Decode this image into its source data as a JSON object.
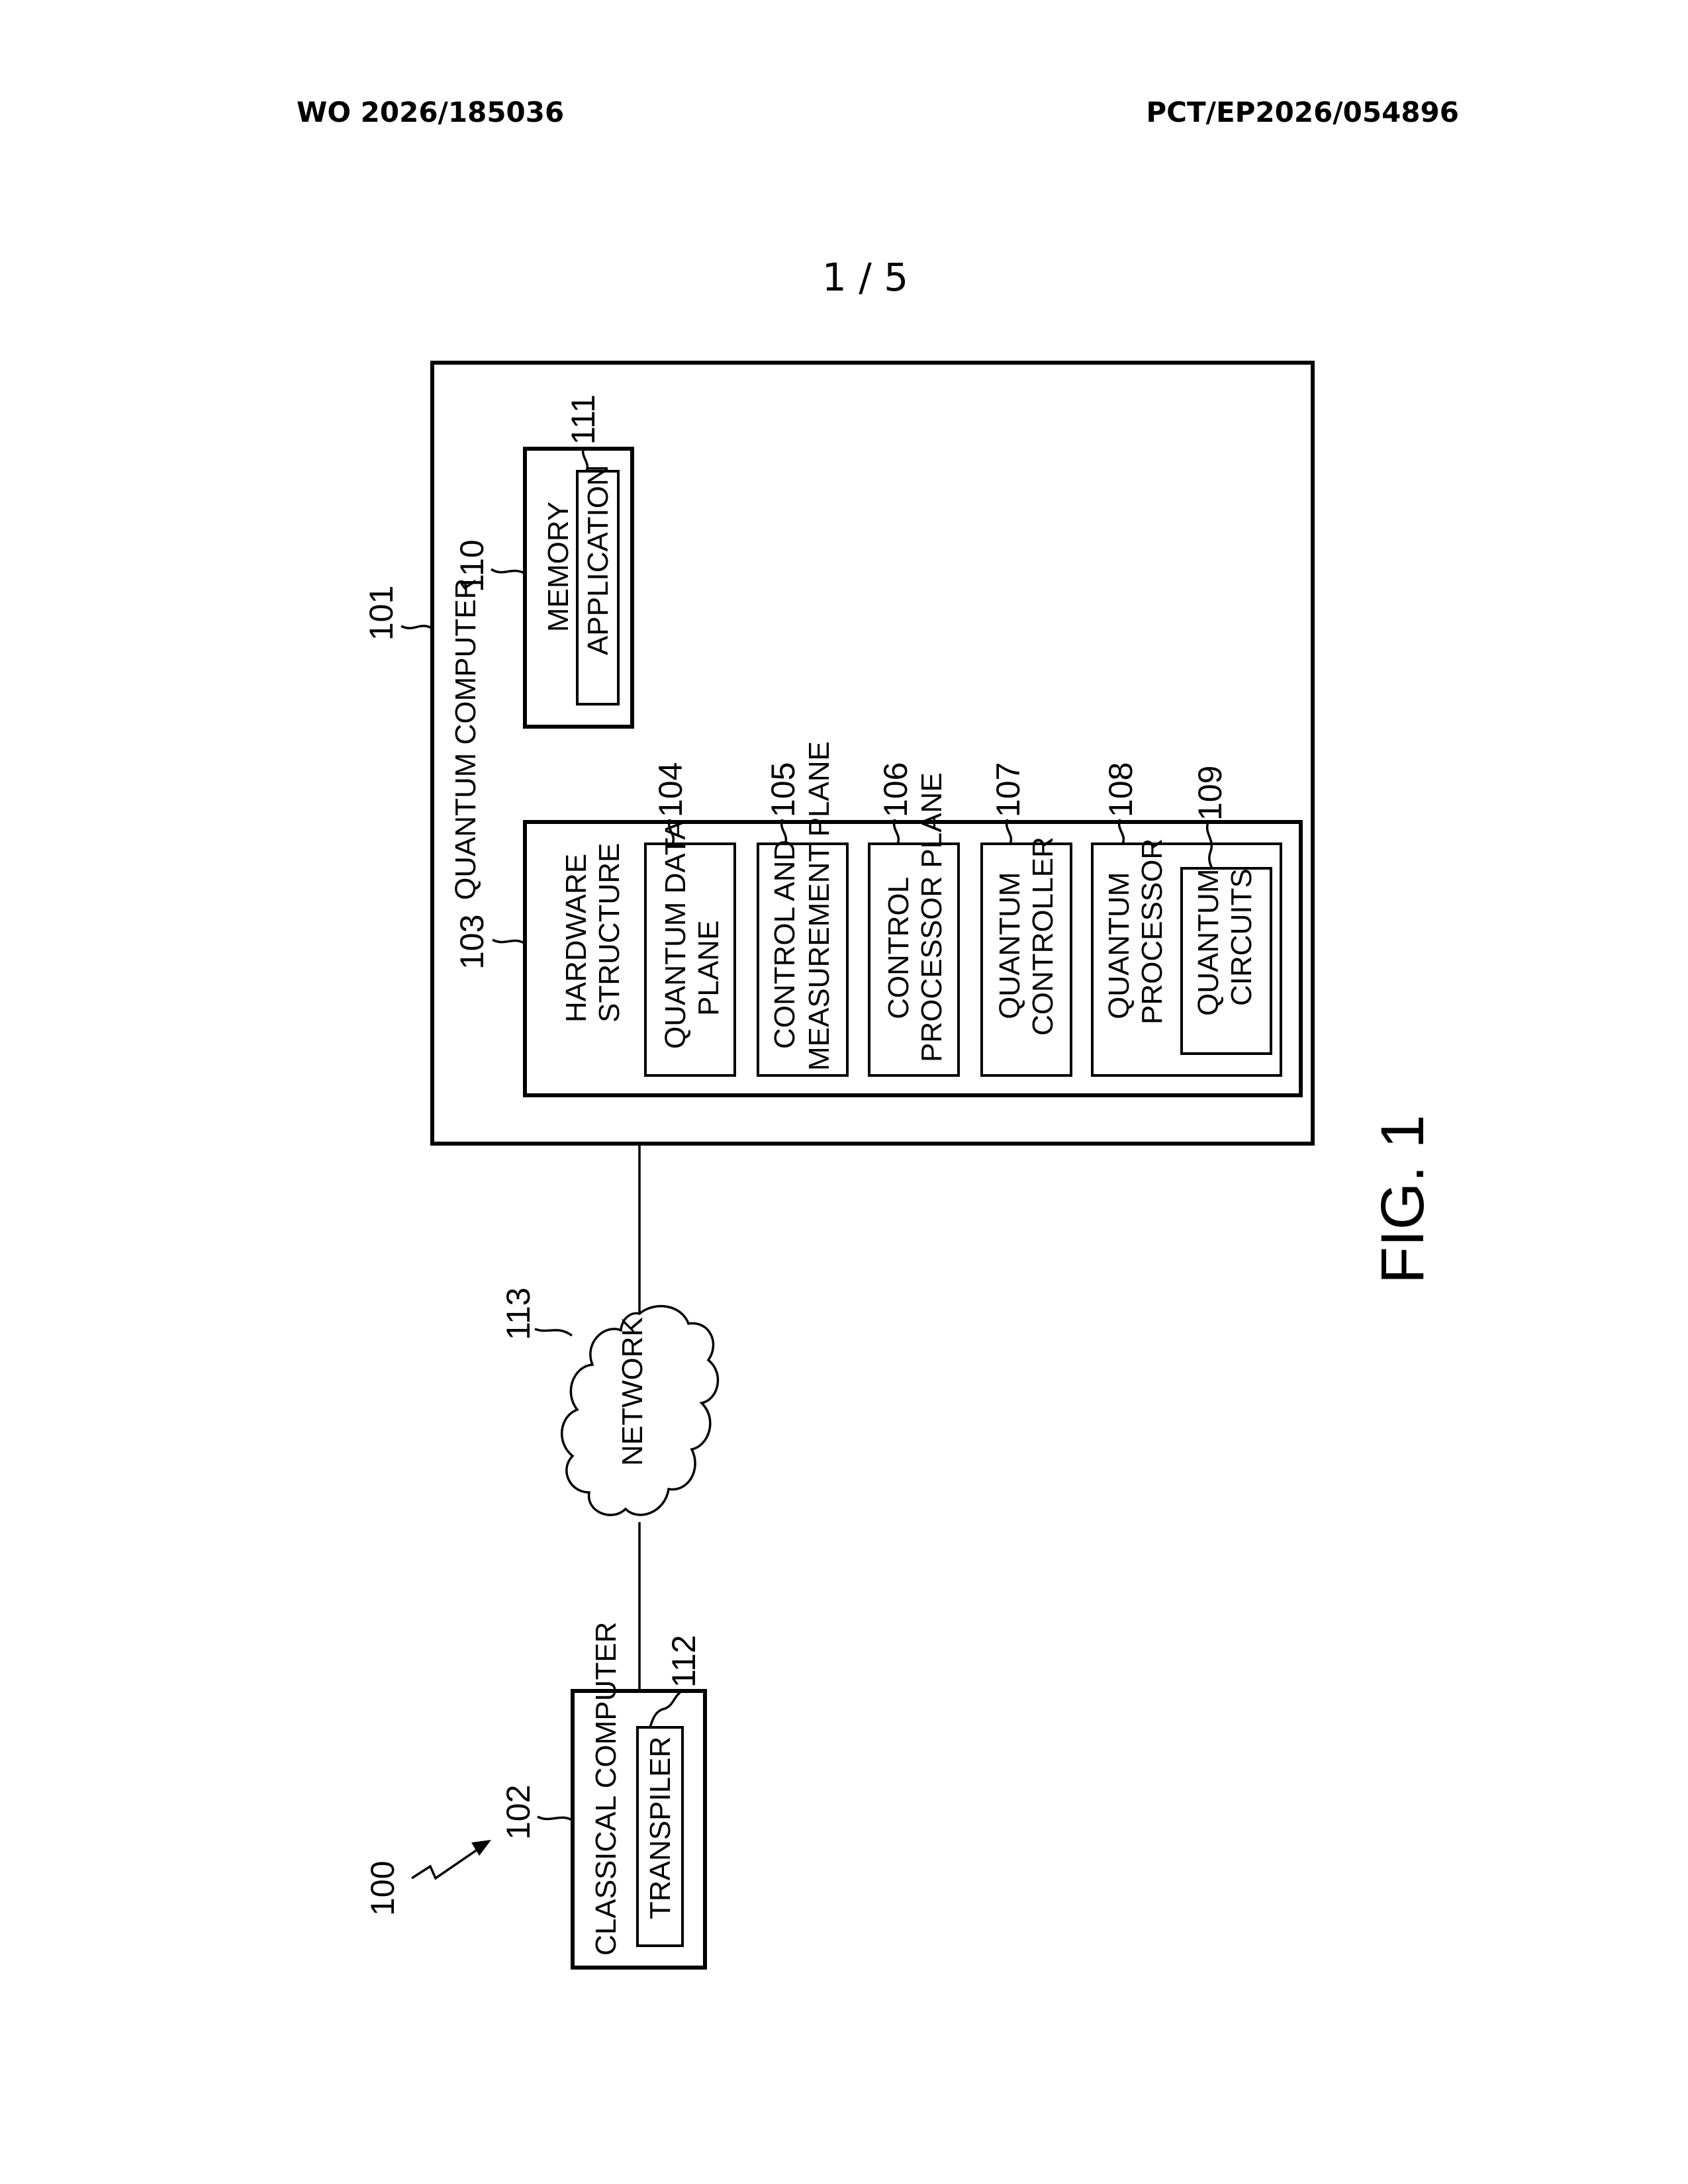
{
  "header": {
    "left": "WO 2026/185036",
    "right": "PCT/EP2026/054896",
    "sheet": "1 / 5"
  },
  "figure": {
    "label": "FIG. 1",
    "system_ref": "100",
    "quantum_computer": {
      "ref": "101",
      "label": "QUANTUM COMPUTER"
    },
    "hardware_structure": {
      "ref": "103",
      "label_line1": "HARDWARE",
      "label_line2": "STRUCTURE"
    },
    "quantum_data_plane": {
      "ref": "104",
      "label_line1": "QUANTUM DATA",
      "label_line2": "PLANE"
    },
    "control_measurement_plane": {
      "ref": "105",
      "label_line1": "CONTROL AND",
      "label_line2": "MEASUREMENT PLANE"
    },
    "control_processor_plane": {
      "ref": "106",
      "label_line1": "CONTROL",
      "label_line2": "PROCESSOR PLANE"
    },
    "quantum_controller": {
      "ref": "107",
      "label_line1": "QUANTUM",
      "label_line2": "CONTROLLER"
    },
    "quantum_processor": {
      "ref": "108",
      "label_line1": "QUANTUM",
      "label_line2": "PROCESSOR"
    },
    "quantum_circuits": {
      "ref": "109",
      "label_line1": "QUANTUM",
      "label_line2": "CIRCUITS"
    },
    "memory": {
      "ref": "110",
      "label": "MEMORY"
    },
    "application": {
      "ref": "111",
      "label": "APPLICATION"
    },
    "classical_computer": {
      "ref": "102",
      "label": "CLASSICAL COMPUTER"
    },
    "transpiler": {
      "ref": "112",
      "label": "TRANSPILER"
    },
    "network": {
      "ref": "113",
      "label": "NETWORK"
    }
  }
}
